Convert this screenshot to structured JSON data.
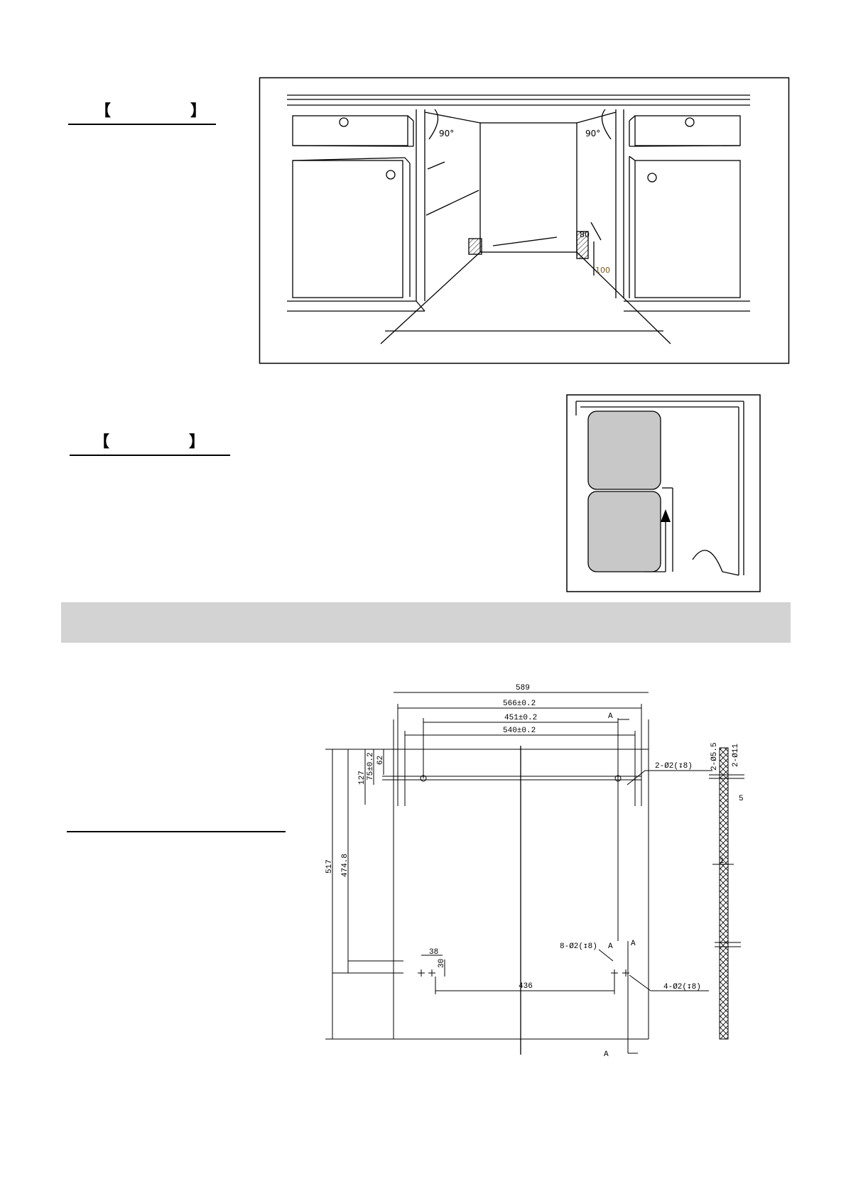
{
  "section1": {
    "bracket_open": "【",
    "bracket_close": "】"
  },
  "section2": {
    "bracket_open": "【",
    "bracket_close": "】"
  },
  "figure1": {
    "angle_left": "90°",
    "angle_right": "90°",
    "dim_80": "80",
    "dim_100": "100"
  },
  "drawing": {
    "dim_589": "589",
    "dim_566": "566±0.2",
    "dim_451": "451±0.2",
    "dim_540": "540±0.2",
    "dim_2x22": "2-Ø2(↧8)",
    "dim_8x2": "8-Ø2(↧8)",
    "dim_4x2": "4-Ø2(↧8)",
    "dim_517": "517",
    "dim_474": "474.8",
    "dim_127": "127",
    "dim_75": "75±0.2",
    "dim_62": "62",
    "dim_38": "38",
    "dim_30": "30",
    "dim_436": "436",
    "section_A": "A",
    "side_2x55": "2-Ø5.5",
    "side_2x11": "2-Ø11",
    "side_5": "5",
    "side_1": "1"
  },
  "colors": {
    "band": "#d3d3d3",
    "shade": "#c8c8c8"
  }
}
